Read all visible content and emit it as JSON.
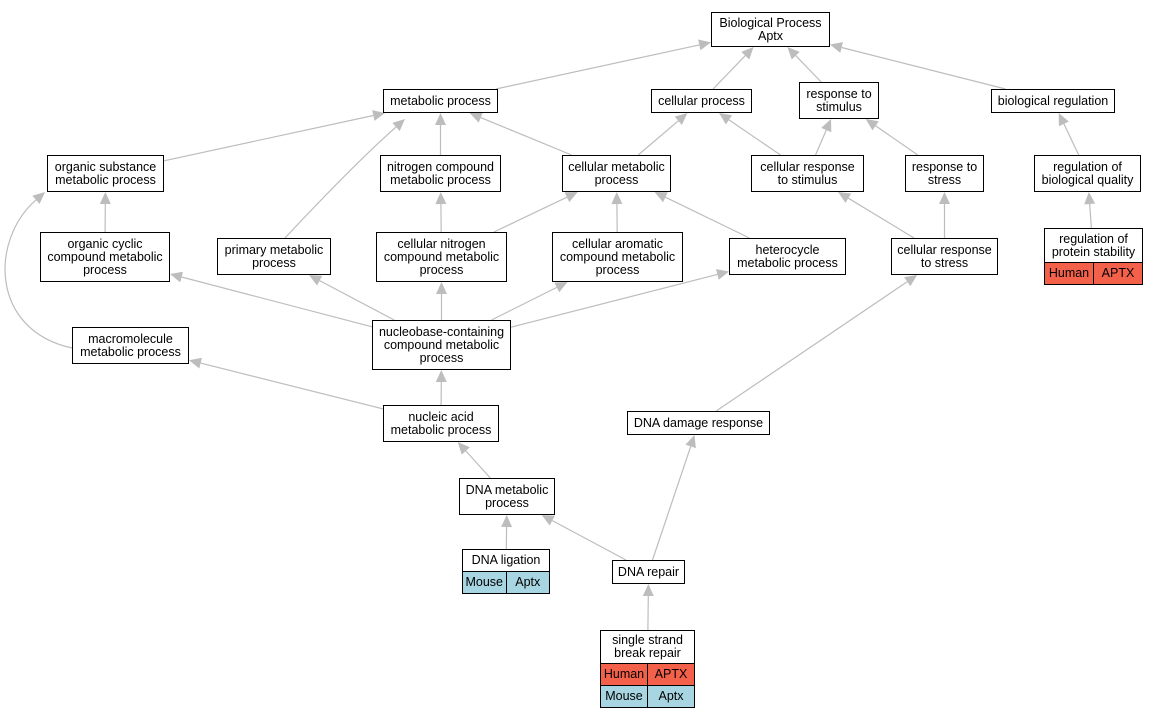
{
  "graph": {
    "colors": {
      "human": "#f4614a",
      "mouse": "#a8d5e2",
      "edge": "#bdbdbd"
    },
    "nodes": [
      {
        "id": "bp",
        "label": "Biological Process\nAptx"
      },
      {
        "id": "mp",
        "label": "metabolic process"
      },
      {
        "id": "cp",
        "label": "cellular process"
      },
      {
        "id": "rs",
        "label": "response to\nstimulus"
      },
      {
        "id": "br",
        "label": "biological regulation"
      },
      {
        "id": "osmp",
        "label": "organic substance\nmetabolic process"
      },
      {
        "id": "ncmp",
        "label": "nitrogen compound\nmetabolic process"
      },
      {
        "id": "cmp",
        "label": "cellular metabolic\nprocess"
      },
      {
        "id": "crs",
        "label": "cellular response\nto stimulus"
      },
      {
        "id": "rts",
        "label": "response to\nstress"
      },
      {
        "id": "rbq",
        "label": "regulation of\nbiological quality"
      },
      {
        "id": "occmp",
        "label": "organic cyclic\ncompound metabolic\nprocess"
      },
      {
        "id": "pmp",
        "label": "primary metabolic\nprocess"
      },
      {
        "id": "cncmp",
        "label": "cellular nitrogen\ncompound metabolic\nprocess"
      },
      {
        "id": "cacmp",
        "label": "cellular aromatic\ncompound metabolic\nprocess"
      },
      {
        "id": "hmp",
        "label": "heterocycle\nmetabolic process"
      },
      {
        "id": "crts",
        "label": "cellular response\nto stress"
      },
      {
        "id": "rps",
        "label": "regulation of\nprotein stability",
        "tags": [
          [
            "Human",
            "APTX"
          ]
        ]
      },
      {
        "id": "mmp",
        "label": "macromolecule\nmetabolic process"
      },
      {
        "id": "nbcmp",
        "label": "nucleobase-containing\ncompound metabolic\nprocess"
      },
      {
        "id": "namp",
        "label": "nucleic acid\nmetabolic process"
      },
      {
        "id": "ddr",
        "label": "DNA damage response"
      },
      {
        "id": "dmp",
        "label": "DNA metabolic\nprocess"
      },
      {
        "id": "dl",
        "label": "DNA ligation",
        "tags": [
          [
            "Mouse",
            "Aptx"
          ]
        ]
      },
      {
        "id": "dr",
        "label": "DNA repair"
      },
      {
        "id": "ssbr",
        "label": "single strand\nbreak repair",
        "tags": [
          [
            "Human",
            "APTX"
          ],
          [
            "Mouse",
            "Aptx"
          ]
        ]
      }
    ],
    "edges": [
      [
        "mp",
        "bp"
      ],
      [
        "cp",
        "bp"
      ],
      [
        "rs",
        "bp"
      ],
      [
        "br",
        "bp"
      ],
      [
        "osmp",
        "mp"
      ],
      [
        "ncmp",
        "mp"
      ],
      [
        "cmp",
        "mp"
      ],
      [
        "pmp",
        "mp"
      ],
      [
        "cmp",
        "cp"
      ],
      [
        "crs",
        "cp"
      ],
      [
        "crs",
        "rs"
      ],
      [
        "rts",
        "rs"
      ],
      [
        "rbq",
        "br"
      ],
      [
        "occmp",
        "osmp"
      ],
      [
        "mmp",
        "osmp"
      ],
      [
        "cncmp",
        "ncmp"
      ],
      [
        "cncmp",
        "cmp"
      ],
      [
        "cacmp",
        "cmp"
      ],
      [
        "hmp",
        "cmp"
      ],
      [
        "crts",
        "crs"
      ],
      [
        "crts",
        "rts"
      ],
      [
        "rps",
        "rbq"
      ],
      [
        "nbcmp",
        "occmp"
      ],
      [
        "nbcmp",
        "pmp"
      ],
      [
        "nbcmp",
        "cncmp"
      ],
      [
        "nbcmp",
        "cacmp"
      ],
      [
        "nbcmp",
        "hmp"
      ],
      [
        "namp",
        "mmp"
      ],
      [
        "namp",
        "nbcmp"
      ],
      [
        "ddr",
        "crts"
      ],
      [
        "dmp",
        "namp"
      ],
      [
        "dl",
        "dmp"
      ],
      [
        "dr",
        "dmp"
      ],
      [
        "dr",
        "ddr"
      ],
      [
        "ssbr",
        "dr"
      ]
    ]
  }
}
